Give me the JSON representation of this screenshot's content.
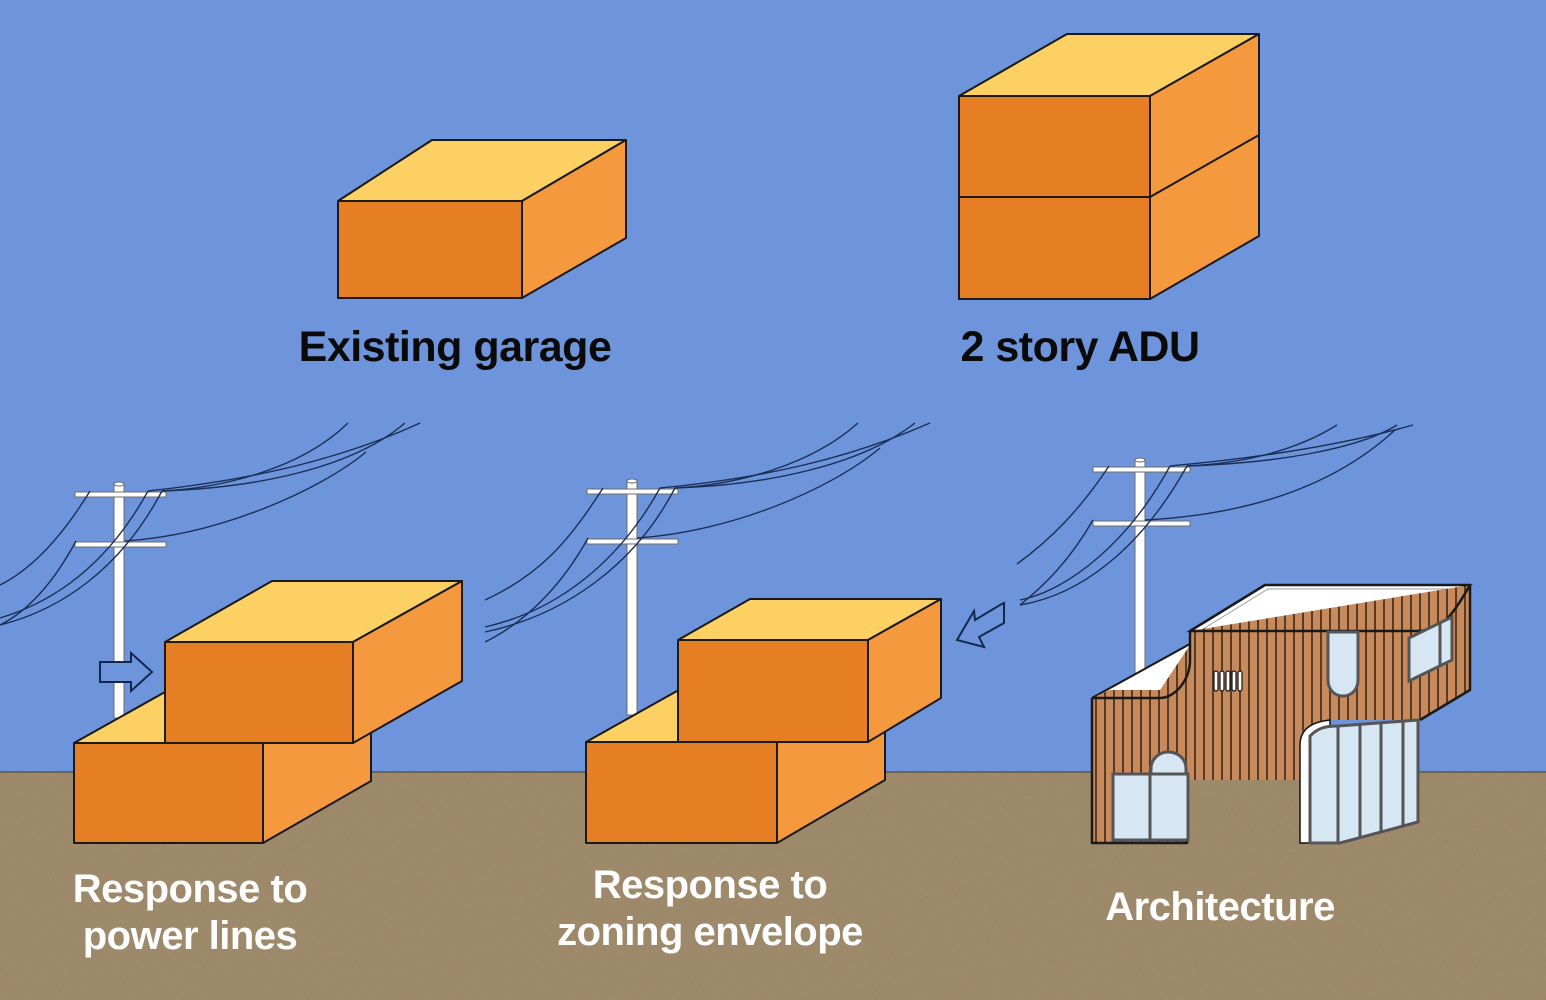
{
  "colors": {
    "sky": "#6e95db",
    "ground": "#9c8663",
    "box_front": "#e67e24",
    "box_side": "#f5993f",
    "box_top": "#fcd062",
    "outline": "#1a1a1a",
    "wire": "#1b2f56",
    "pole": "#ffffff",
    "cladding": "#c78a5c",
    "cladding_line": "#5a3a22",
    "glass": "#d6e7f3",
    "roof": "#ffffff",
    "label_dark": "#0a0a0a",
    "label_light": "#ffffff"
  },
  "panels": {
    "existing_garage": {
      "label": "Existing garage"
    },
    "two_story_adu": {
      "label": "2 story ADU"
    },
    "power_lines": {
      "label_line1": "Response to",
      "label_line2": "power lines",
      "arrow": "arrow-right-icon"
    },
    "zoning_envelope": {
      "label_line1": "Response to",
      "label_line2": "zoning envelope"
    },
    "architecture": {
      "label": "Architecture",
      "arrow": "arrow-down-left-icon"
    }
  }
}
